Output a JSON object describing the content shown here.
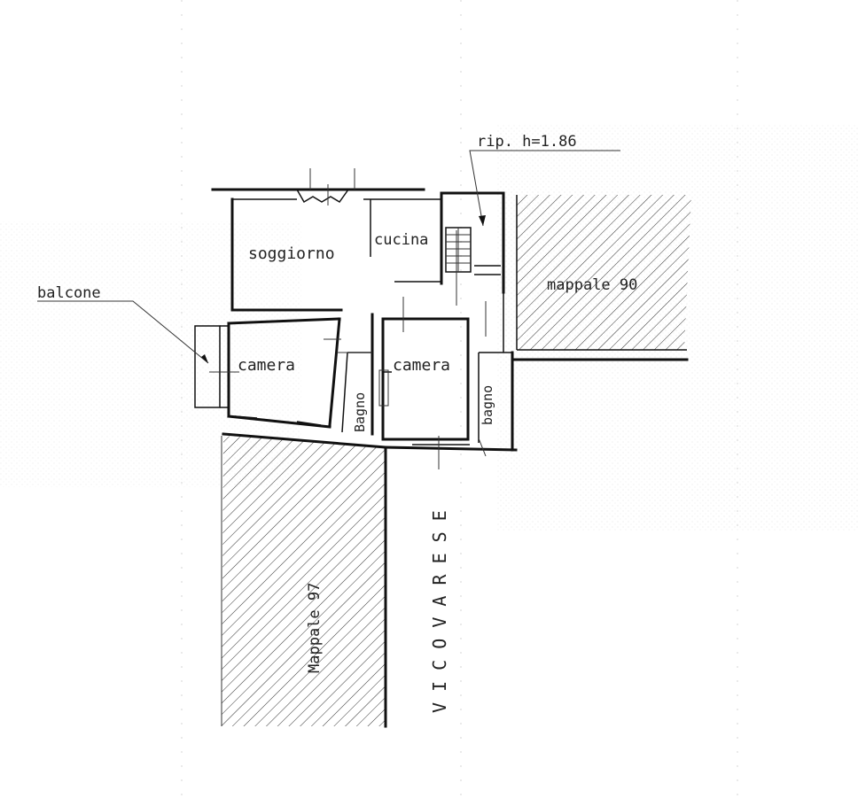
{
  "plan": {
    "rooms": {
      "soggiorno": "soggiorno",
      "cucina": "cucina",
      "camera_left": "camera",
      "camera_right": "camera",
      "bagno_left": "Bagno",
      "bagno_right": "bagno"
    },
    "labels": {
      "balcone": "balcone",
      "rip": "rip. h=1.86",
      "mappale_90": "mappale 90",
      "mappale_97": "Mappale 97",
      "street": "V I C O   V A R E S E"
    },
    "colors": {
      "ink": "#111111",
      "paper": "#ffffff",
      "stipple": "#c9c9c9"
    }
  }
}
